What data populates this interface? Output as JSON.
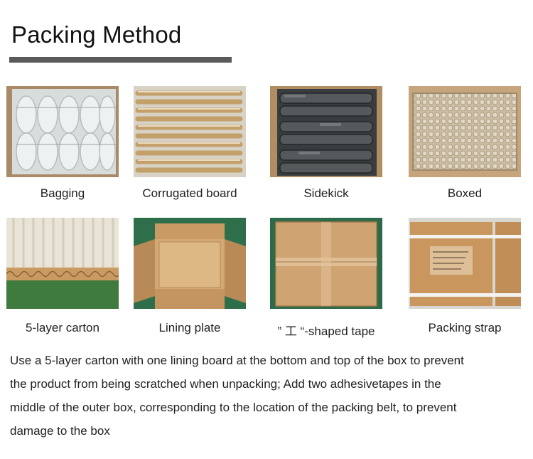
{
  "heading": {
    "title": "Packing Method"
  },
  "items": [
    {
      "label": "Bagging",
      "icon": "bagging-photo"
    },
    {
      "label": "Corrugated board",
      "icon": "corrugated-board-photo"
    },
    {
      "label": "Sidekick",
      "icon": "sidekick-photo"
    },
    {
      "label": "Boxed",
      "icon": "boxed-photo"
    },
    {
      "label": "5-layer carton",
      "icon": "five-layer-carton-photo"
    },
    {
      "label": "Lining plate",
      "icon": "lining-plate-photo"
    },
    {
      "label": "” 工 “-shaped tape",
      "icon": "shaped-tape-photo"
    },
    {
      "label": "Packing strap",
      "icon": "packing-strap-photo"
    }
  ],
  "description": {
    "line1": "Use a 5-layer carton with one lining board at the bottom and top of the box to prevent",
    "line2": "the product from being scratched when unpacking; Add two adhesivetapes in the",
    "line3": "middle of the outer box, corresponding to the location of the packing belt, to prevent",
    "line4": "damage to the box"
  },
  "colors": {
    "title_bar": "#5a5a5a",
    "carton": "#c79a66",
    "background": "#ffffff"
  }
}
